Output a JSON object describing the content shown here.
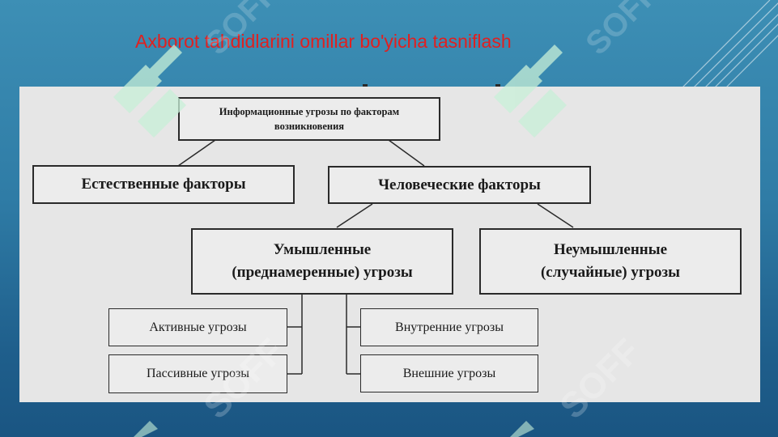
{
  "slide": {
    "title": "Axborot tahdidlarini omillar bo'yicha tasniflash"
  },
  "diagram": {
    "root": "Информационные угрозы по факторам\nвозникновения",
    "natural_factors": "Естественные факторы",
    "human_factors": "Человеческие факторы",
    "intentional_threats": "Умышленные\n(преднамеренные) угрозы",
    "unintentional_threats": "Неумышленные\n(случайные) угрозы",
    "active_threats": "Активные угрозы",
    "passive_threats": "Пассивные угрозы",
    "internal_threats": "Внутренние угрозы",
    "external_threats": "Внешние угрозы"
  },
  "watermark": {
    "text": "SOFF"
  },
  "colors": {
    "title": "#e02020",
    "panel": "#e6e6e6",
    "box_border": "#2a2a2a",
    "watermark_green": "#c8f0d8",
    "background_top": "#3d8fb5",
    "background_bottom": "#1a5582"
  }
}
